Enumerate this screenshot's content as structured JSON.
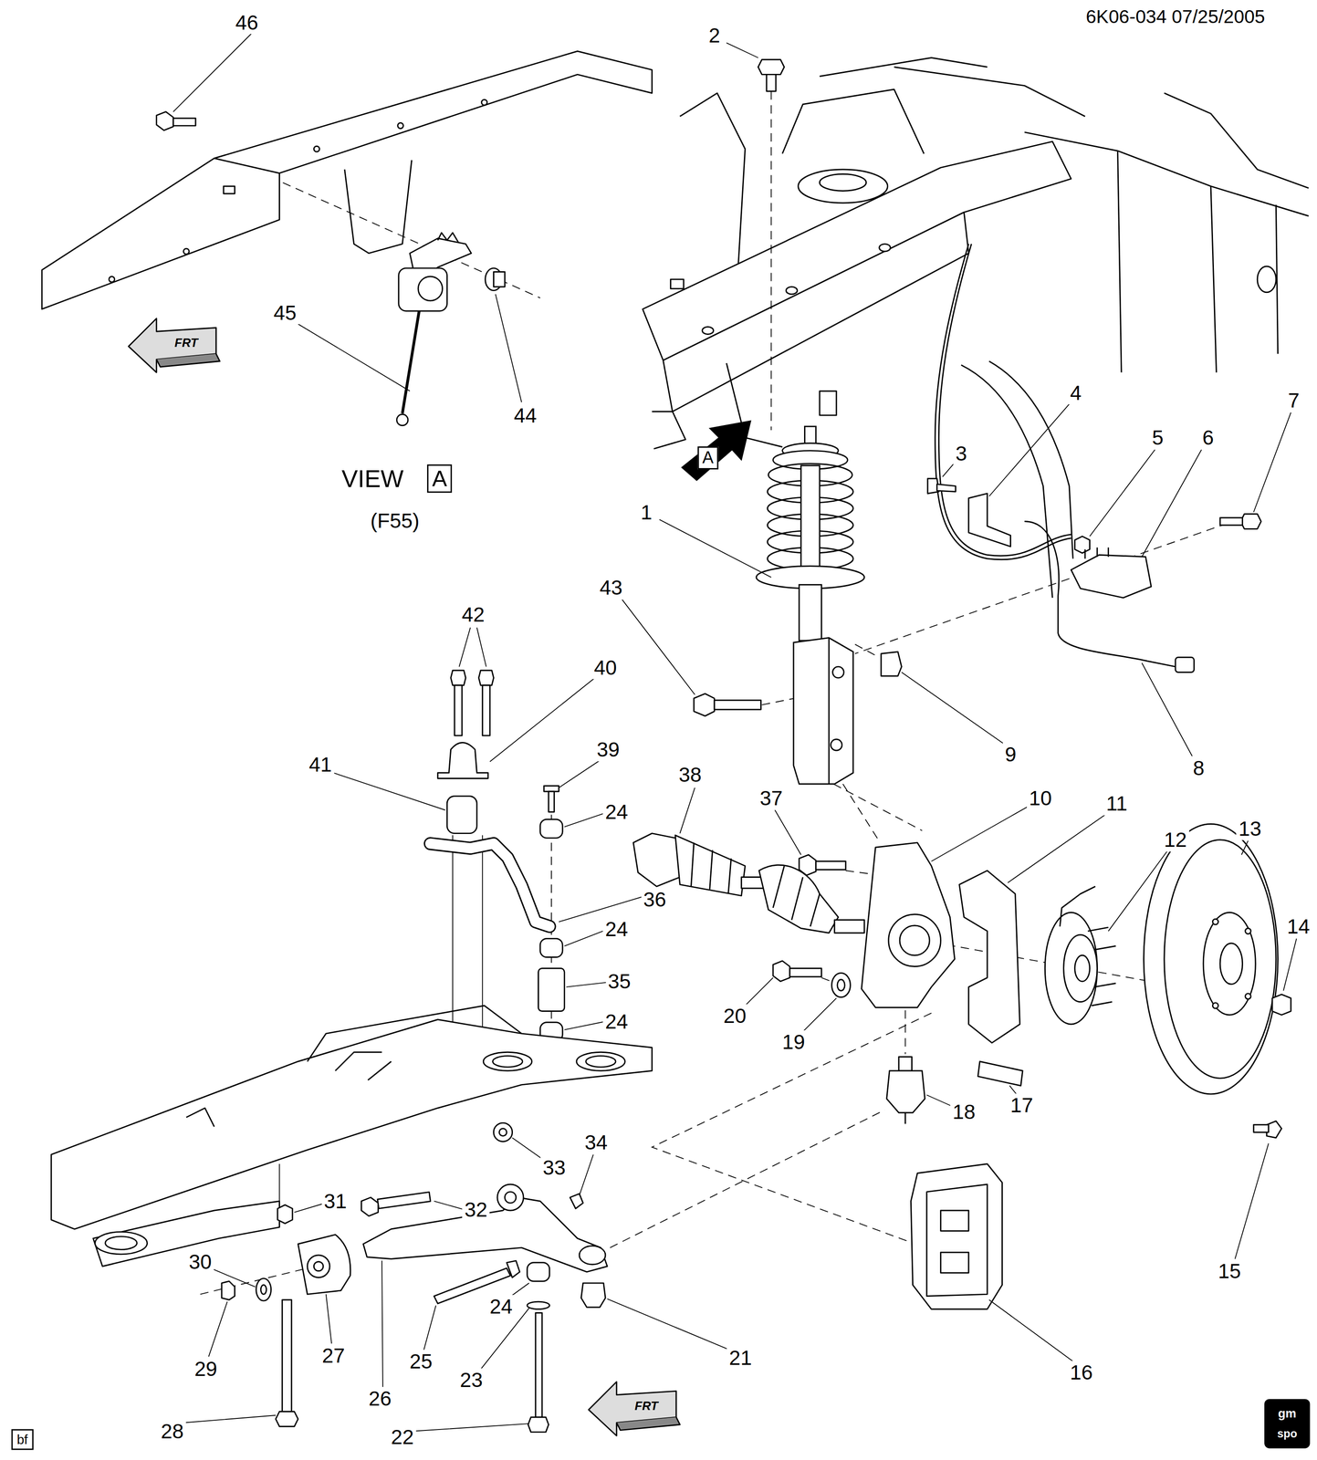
{
  "diagram": {
    "labels": [
      "6K06-034 07/25/2005",
      "46",
      "2",
      "45",
      "44",
      "VIEW",
      "A",
      "(F55)",
      "A",
      "FRT",
      "3",
      "4",
      "5",
      "6",
      "7",
      "1",
      "43",
      "8",
      "9",
      "42",
      "40",
      "41",
      "39",
      "24",
      "38",
      "37",
      "10",
      "11",
      "12",
      "13",
      "36",
      "24",
      "35",
      "24",
      "14",
      "20",
      "19",
      "18",
      "17",
      "15",
      "34",
      "33",
      "32",
      "31",
      "30",
      "29",
      "27",
      "26",
      "25",
      "24",
      "23",
      "21",
      "16",
      "28",
      "22",
      "FRT",
      "bf",
      "gm",
      "spo"
    ]
  }
}
